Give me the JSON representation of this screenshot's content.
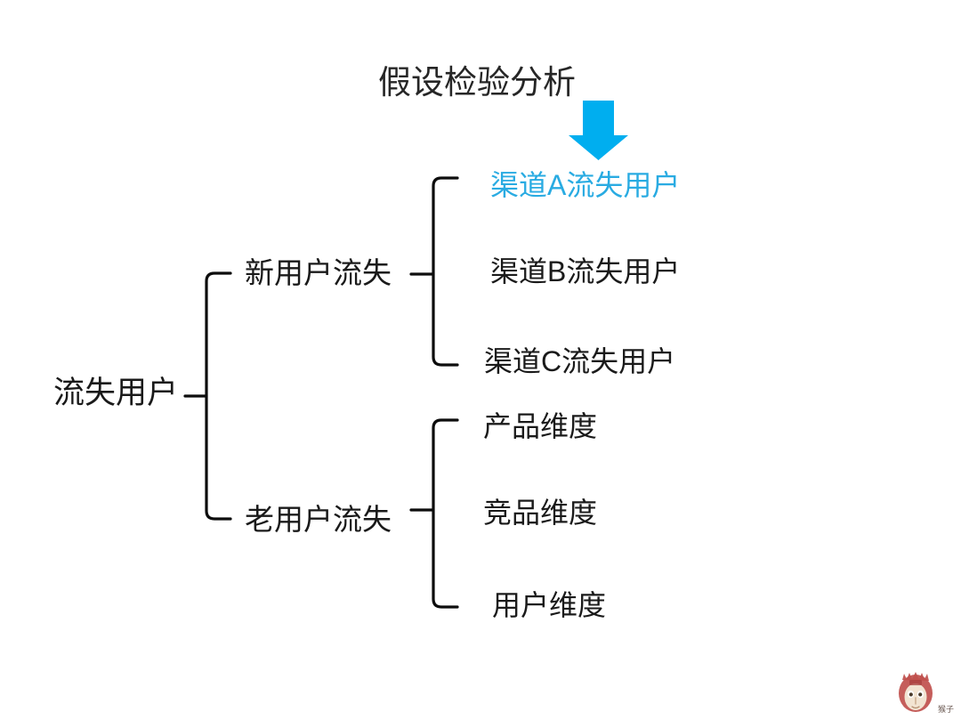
{
  "title": "假设检验分析",
  "colors": {
    "accent": "#29ABE2",
    "arrow": "#00AEEF",
    "text": "#1a1a1a",
    "brace": "#0d0d0d",
    "background": "#ffffff"
  },
  "arrow": {
    "name": "down-arrow-pointer",
    "direction": "down",
    "color": "#00AEEF"
  },
  "tree": {
    "root": {
      "label": "流失用户"
    },
    "branches": [
      {
        "label": "新用户流失",
        "leaves": [
          {
            "label": "渠道A流失用户",
            "highlighted": true
          },
          {
            "label": "渠道B流失用户",
            "highlighted": false
          },
          {
            "label": "渠道C流失用户",
            "highlighted": false
          }
        ]
      },
      {
        "label": "老用户流失",
        "leaves": [
          {
            "label": "产品维度",
            "highlighted": false
          },
          {
            "label": "竞品维度",
            "highlighted": false
          },
          {
            "label": "用户维度",
            "highlighted": false
          }
        ]
      }
    ]
  },
  "watermark": {
    "label": "猴子",
    "icon": "monkey-face-icon"
  }
}
